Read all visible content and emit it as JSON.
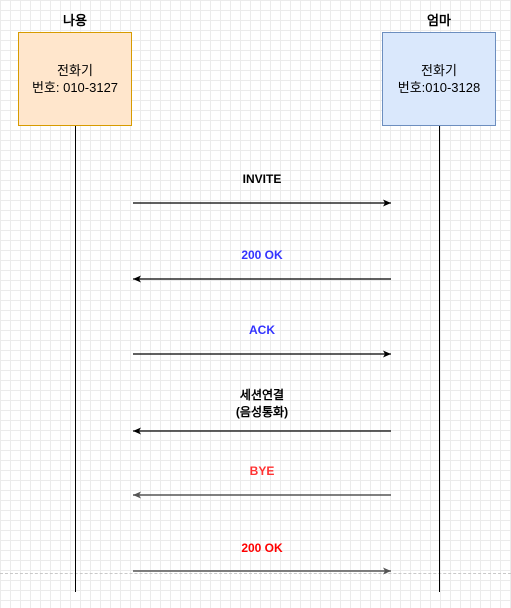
{
  "actors": {
    "left": {
      "name": "나용",
      "device": "전화기",
      "number": "번호: 010-3127"
    },
    "right": {
      "name": "엄마",
      "device": "전화기",
      "number": "번호:010-3128"
    }
  },
  "messages": [
    {
      "lines": [
        "INVITE"
      ],
      "direction": "right",
      "color": "#000000"
    },
    {
      "lines": [
        "200 OK"
      ],
      "direction": "left",
      "color": "#3333ff"
    },
    {
      "lines": [
        "ACK"
      ],
      "direction": "right",
      "color": "#3333ff"
    },
    {
      "lines": [
        "세션연결",
        "(음성통화)"
      ],
      "direction": "left",
      "color": "#000000"
    },
    {
      "lines": [
        "BYE"
      ],
      "direction": "left",
      "color": "#ff3333"
    },
    {
      "lines": [
        "200 OK"
      ],
      "direction": "right",
      "color": "#ff0000"
    }
  ]
}
